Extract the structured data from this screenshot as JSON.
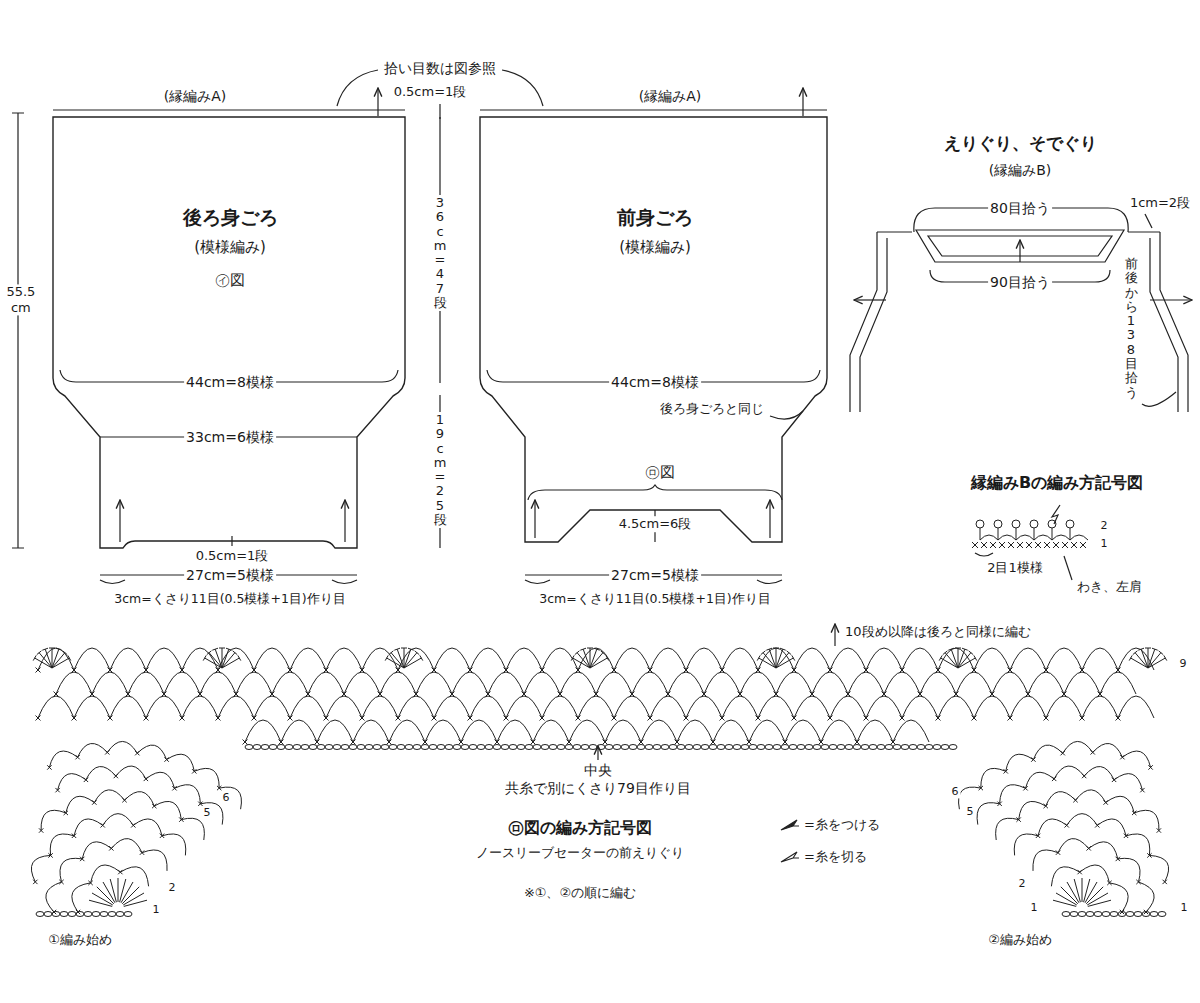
{
  "diagram": {
    "nodes": [
      {
        "text": [
          "後ろ身ごろ",
          "(模様編み)",
          "㋑図"
        ]
      },
      {
        "text": [
          "前身ごろ",
          "(模様編み)"
        ]
      }
    ],
    "labels": [
      "拾い目数は図参照",
      "(縁編みA)",
      "0.5cm=1段",
      "(縁編みA)",
      "55.5 cm",
      "36cm=47段",
      "19cm=25段",
      "44cm=8模様",
      "33cm=6模様",
      "0.5cm=1段",
      "27cm=5模様",
      "3cm=くさり11目(0.5模様+1目)作り目",
      "44cm=8模様",
      "後ろ身ごろと同じ",
      "㋺図",
      "4.5cm=6段",
      "27cm=5模様",
      "3cm=くさり11目(0.5模様+1目)作り目",
      "えりぐり、そでぐり",
      "(縁編みB)",
      "80目拾う",
      "1cm=2段",
      "90目拾う",
      "前後から138目拾う",
      "縁編みBの編み方記号図",
      "2",
      "1",
      "2目1模様",
      "わき、左肩",
      "10段め以降は後ろと同様に編む",
      "9",
      "6",
      "5",
      "中央",
      "共糸で別にくさり79目作り目",
      "6",
      "5",
      "㋺図の編み方記号図",
      "ノースリーブセーターの前えりぐり",
      "※①、②の順に編む",
      "2",
      "1",
      "2",
      "1",
      "1",
      "①編み始め",
      "②編み始め"
    ],
    "legend": [
      {
        "text": "=糸をつける"
      },
      {
        "text": "=糸を切る"
      }
    ]
  }
}
